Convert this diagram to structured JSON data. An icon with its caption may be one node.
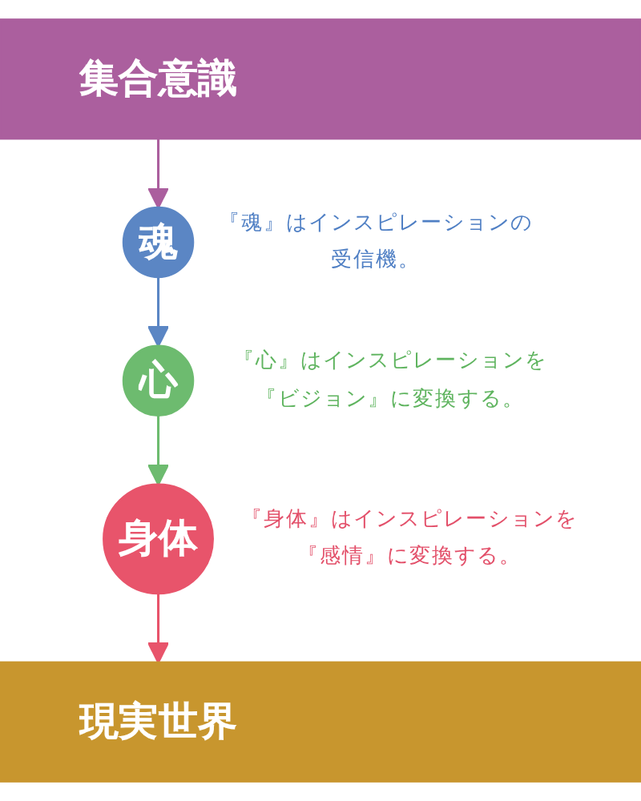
{
  "diagram": {
    "nodes": [
      {
        "text": [
          "集合意識"
        ]
      },
      {
        "text": [
          "魂"
        ],
        "beside": [
          "『魂』はインスピレーションの受信機。"
        ]
      },
      {
        "text": [
          "心"
        ],
        "beside": [
          "『心』はインスピレーションを『ビジョン』に変換する。"
        ]
      },
      {
        "text": [
          "身体"
        ],
        "beside": [
          "『身体』はインスピレーションを『感情』に変換する。"
        ]
      },
      {
        "text": [
          "現実世界"
        ]
      }
    ],
    "edges": [
      {
        "from": 0,
        "to": 1,
        "arrow": "to",
        "color": "#ab5f9e"
      },
      {
        "from": 1,
        "to": 2,
        "arrow": "to",
        "color": "#5b86c4"
      },
      {
        "from": 2,
        "to": 3,
        "arrow": "to",
        "color": "#6dbb6f"
      },
      {
        "from": 3,
        "to": 4,
        "arrow": "to",
        "color": "#e8546b"
      }
    ]
  }
}
